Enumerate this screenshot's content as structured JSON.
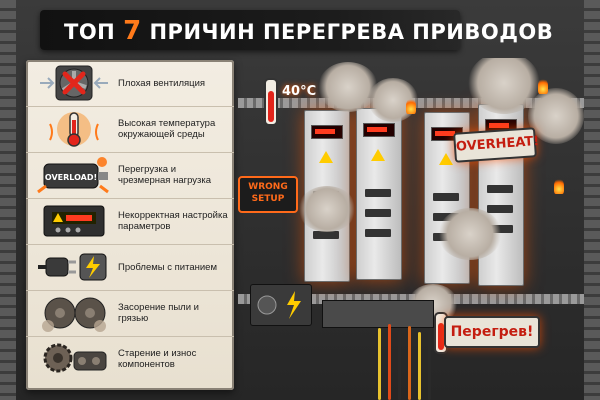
{
  "title": {
    "prefix": "Топ",
    "number": "7",
    "suffix": "причин перегрева приводов"
  },
  "causes": [
    {
      "label": "Плохая вентиляция",
      "icon": "fan-crossed-icon"
    },
    {
      "label": "Высокая температура окружающей среды",
      "icon": "thermometer-heat-icon"
    },
    {
      "label": "Перегрузка и чрезмерная нагрузка",
      "icon": "overloaded-motor-icon",
      "icon_text": "OVERLOAD!"
    },
    {
      "label": "Некорректная настройка параметров",
      "icon": "control-panel-warning-icon"
    },
    {
      "label": "Проблемы с питанием",
      "icon": "power-plug-spark-icon"
    },
    {
      "label": "Засорение пыли и грязью",
      "icon": "dusty-fans-icon"
    },
    {
      "label": "Старение и износ компонентов",
      "icon": "worn-gears-icon"
    }
  ],
  "scene": {
    "temperature": "40°C",
    "overheat_sign": "OVERHEAT!",
    "wrong_setup_sign": "WRONG SETUP",
    "peregrev_sign": "Перегрев!"
  },
  "colors": {
    "accent": "#ff7a1a",
    "warning_red": "#c41d10",
    "panel": "#f3ede2"
  }
}
